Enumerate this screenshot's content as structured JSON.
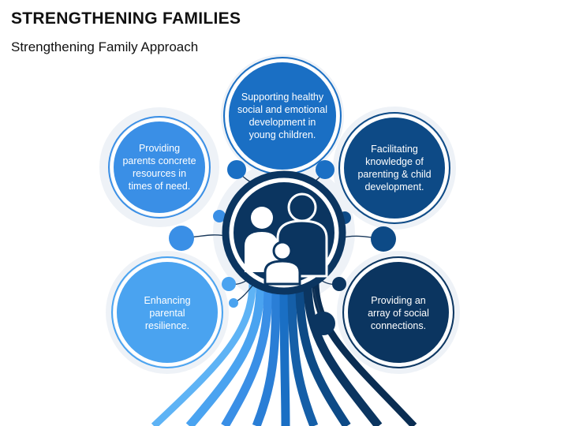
{
  "title": "STRENGTHENING FAMILIES",
  "subtitle": "Strengthening Family Approach",
  "bubbles": [
    {
      "text": "Supporting healthy social and emotional development in young children."
    },
    {
      "text": "Providing parents concrete resources in times of need."
    },
    {
      "text": "Facilitating knowledge of parenting & child development."
    },
    {
      "text": "Enhancing parental resilience."
    },
    {
      "text": "Providing an array of social connections."
    }
  ],
  "icons": {
    "center": "family-icon"
  },
  "colors": {
    "light_blue": "#3a8fe6",
    "mid_blue": "#1a6fc4",
    "dark_blue": "#0d4a86",
    "navy": "#0b3560",
    "lightest_blue": "#4aa3f0"
  }
}
